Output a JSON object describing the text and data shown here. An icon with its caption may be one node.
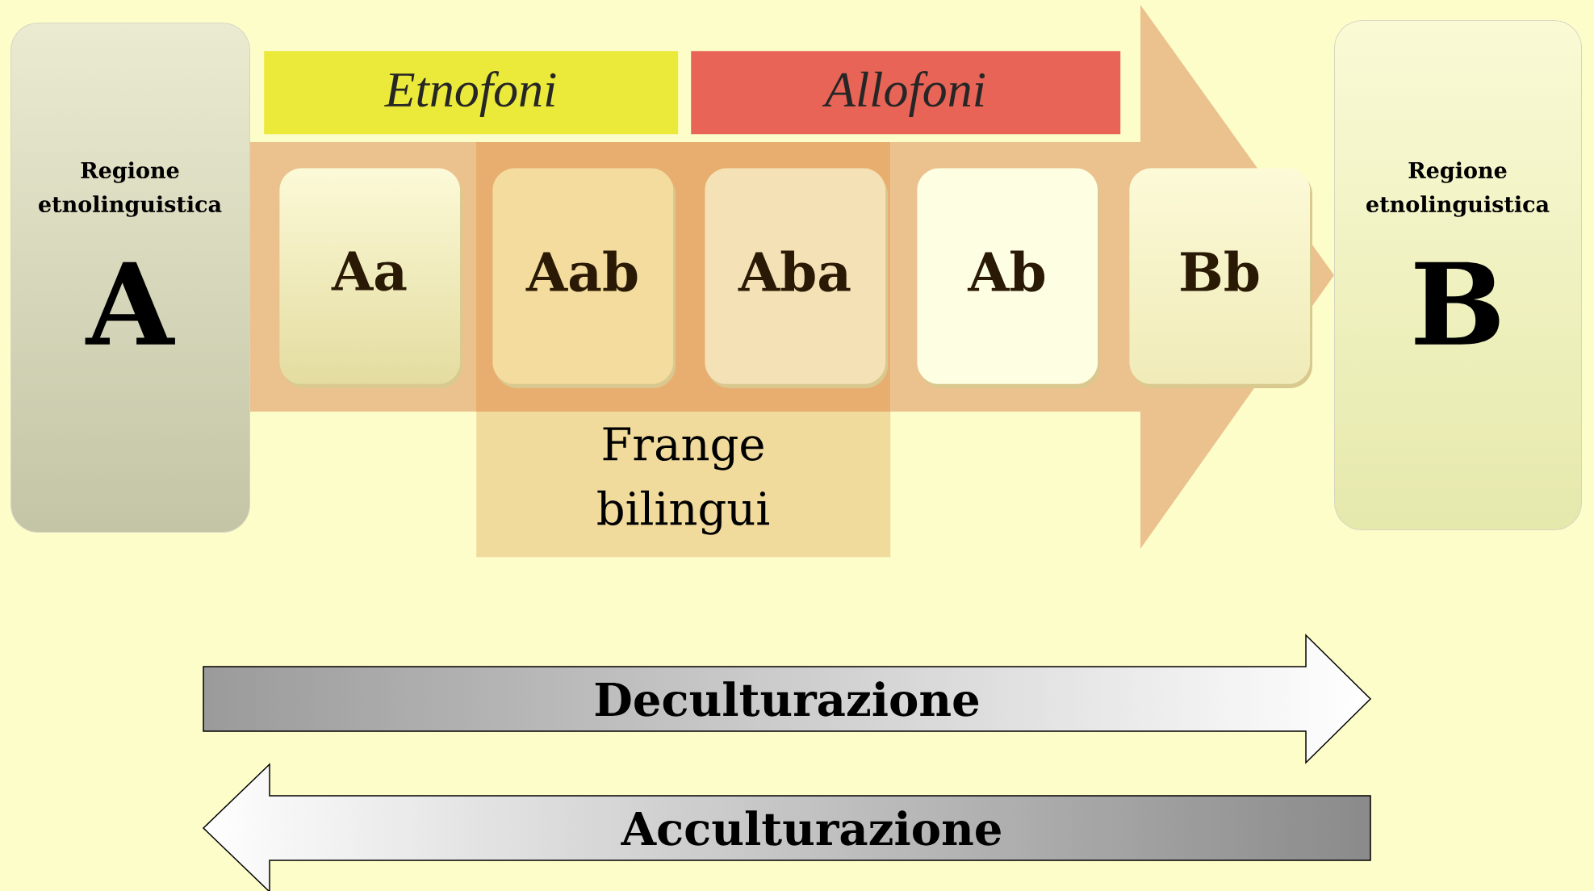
{
  "diagram": {
    "nodes": [
      {
        "text": [
          "Regione etnolinguistica",
          "A"
        ]
      },
      {
        "text": [
          "Etnofoni"
        ]
      },
      {
        "text": [
          "Allofoni"
        ]
      },
      {
        "text": [
          "Aa"
        ]
      },
      {
        "text": [
          "Frange bilingui"
        ]
      },
      {
        "text": [
          "Aab"
        ],
        "in": 4
      },
      {
        "text": [
          "Aba"
        ],
        "in": 4
      },
      {
        "text": [
          "Ab"
        ]
      },
      {
        "text": [
          "Bb"
        ]
      },
      {
        "text": [
          "Regione etnolinguistica",
          "B"
        ]
      },
      {
        "text": [
          "Deculturazione"
        ]
      },
      {
        "text": [
          "Acculturazione"
        ]
      }
    ],
    "edges": [
      {
        "from": 0,
        "to": 9,
        "arrow": "to"
      }
    ]
  }
}
